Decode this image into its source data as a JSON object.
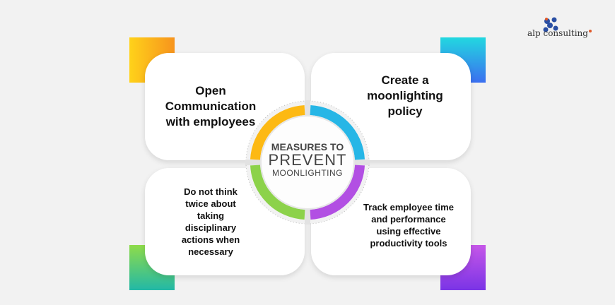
{
  "brand": {
    "name": "alp consulting"
  },
  "center": {
    "line1": "MEASURES TO",
    "line2": "PREVENT",
    "line3": "MOONLIGHTING"
  },
  "cards": [
    {
      "text": "Open Communication with employees",
      "color_from": "#ffd21a",
      "color_to": "#f7941d"
    },
    {
      "text": "Create a moonlighting policy",
      "color_from": "#22d8e0",
      "color_to": "#3b6ff0"
    },
    {
      "text": "Do not think twice about taking disciplinary actions when necessary",
      "color_from": "#8fdc4a",
      "color_to": "#22b8a6"
    },
    {
      "text": "Track employee time and performance using effective productivity tools",
      "color_from": "#c657e8",
      "color_to": "#7a34e6"
    }
  ]
}
